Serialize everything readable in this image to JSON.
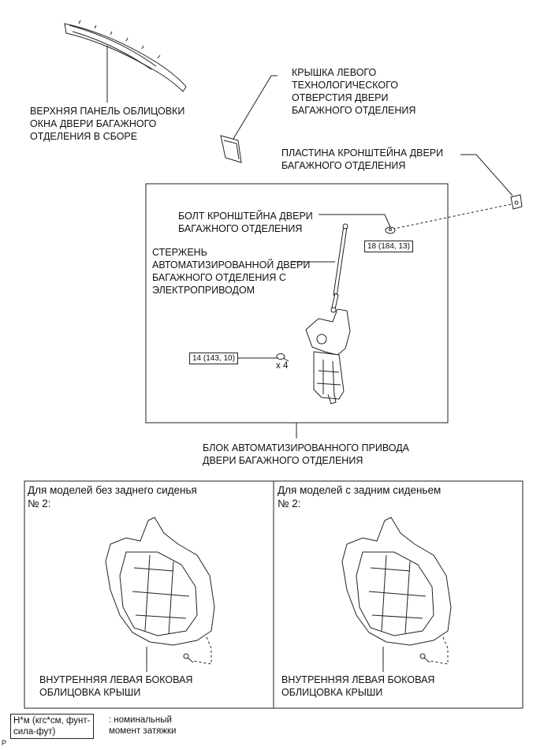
{
  "parts": {
    "upper_panel": "ВЕРХНЯЯ ПАНЕЛЬ ОБЛИЦОВКИ\nОКНА ДВЕРИ БАГАЖНОГО\nОТДЕЛЕНИЯ В СБОРЕ",
    "service_hole_cover": "КРЫШКА ЛЕВОГО\nТЕХНОЛОГИЧЕСКОГО\nОТВЕРСТИЯ ДВЕРИ\nБАГАЖНОГО ОТДЕЛЕНИЯ",
    "stay_plate": "ПЛАСТИНА КРОНШТЕЙНА ДВЕРИ\nБАГАЖНОГО ОТДЕЛЕНИЯ",
    "stay_bolt": "БОЛТ КРОНШТЕЙНА ДВЕРИ\nБАГАЖНОГО ОТДЕЛЕНИЯ",
    "power_stay": "СТЕРЖЕНЬ\nАВТОМАТИЗИРОВАННОЙ ДВЕРИ\nБАГАЖНОГО ОТДЕЛЕНИЯ С\nЭЛЕКТРОПРИВОДОМ",
    "drive_unit": "БЛОК АВТОМАТИЗИРОВАННОГО ПРИВОДА\nДВЕРИ БАГАЖНОГО ОТДЕЛЕНИЯ",
    "roof_trim_left": "ВНУТРЕННЯЯ ЛЕВАЯ БОКОВАЯ\nОБЛИЦОВКА КРЫШИ",
    "roof_trim_right": "ВНУТРЕННЯЯ ЛЕВАЯ БОКОВАЯ\nОБЛИЦОВКА КРЫШИ"
  },
  "torques": {
    "bolt_torque": "18 (184, 13)",
    "unit_torque": "14 (143, 10)",
    "quantity": "x 4"
  },
  "variants": {
    "left_title": "Для моделей без заднего сиденья\n№ 2:",
    "right_title": "Для моделей с задним сиденьем\n№ 2:"
  },
  "legend": {
    "unit_box": "Н*м (кгс*см, фунт-\nсила-фут)",
    "description": ": номинальный\nмомент затяжки"
  },
  "corner_mark": "P"
}
